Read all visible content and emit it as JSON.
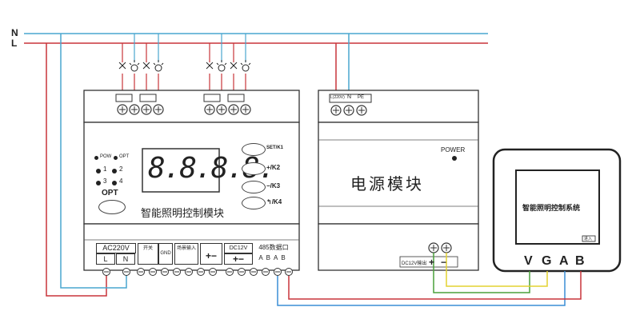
{
  "mains": {
    "neutral_label": "N",
    "live_label": "L"
  },
  "controller": {
    "title": "智能照明控制模块",
    "display_digits": "8.8.8.8.",
    "indicators": [
      {
        "label": "POW",
        "label2": "OPT"
      },
      {
        "label": "1",
        "label2": "2"
      },
      {
        "label": "3",
        "label2": "4"
      }
    ],
    "opt_label": "OPT",
    "buttons": [
      "SET/K1",
      "+/K2",
      "−/K3",
      "↰/K4"
    ],
    "terminals": {
      "ac_label": "AC220V",
      "l_label": "L",
      "n_label": "N",
      "sec1": "开关",
      "sec2": "GND",
      "sec3": "场景输入",
      "dc_label": "DC12V",
      "rs485_label": "485数据口",
      "a_label": "A",
      "b_label": "B"
    }
  },
  "power_module": {
    "title": "电源模块",
    "power_label": "POWER",
    "top_terms": {
      "l": "L(220V)",
      "n": "N",
      "pe": "PE"
    },
    "dc_label": "DC12V输出"
  },
  "panel": {
    "screen_title": "智能照明控制系统",
    "enter_label": "进入",
    "terminal_labels": [
      "V",
      "G",
      "A",
      "B"
    ]
  },
  "colors": {
    "neutral": "#49a6cf",
    "live": "#c8343a",
    "wire_yellow": "#e4d230",
    "wire_green": "#4aa13a",
    "wire_blue": "#3a8ed6"
  }
}
